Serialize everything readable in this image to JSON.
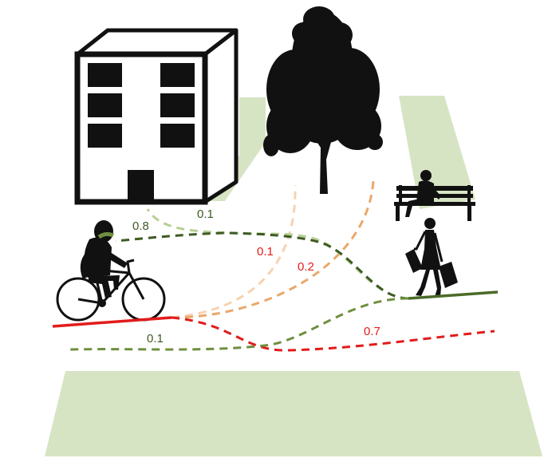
{
  "colors": {
    "grass": "#d6e4c3",
    "dark_green": "#3e5a23",
    "mid_green": "#6f8f3e",
    "light_green": "#b7cf95",
    "red": "#e21b1b",
    "orange": "#eba76b",
    "light_orange": "#f6d2b2",
    "silhouette": "#111111"
  },
  "icons": {
    "building": "building-icon",
    "tree": "tree-icon",
    "cyclist": "cyclist-icon",
    "bench_person": "person-on-bench-icon",
    "pedestrian": "pedestrian-with-bags-icon"
  },
  "probabilities": {
    "cyclist_to_building_path": "0.8",
    "building_path_right": "0.1",
    "cyclist_to_tree_light": "0.1",
    "cyclist_to_tree_orange": "0.2",
    "cyclist_lower_green": "0.1",
    "cyclist_straight_red": "0.7"
  }
}
